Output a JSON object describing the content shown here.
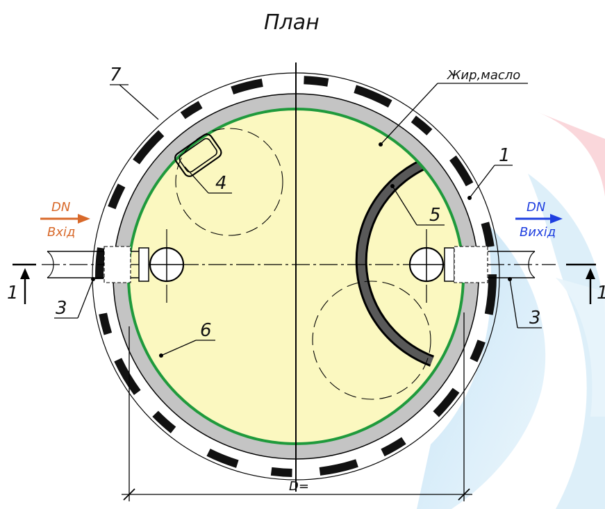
{
  "title": "План",
  "labels": {
    "grease": "Жир,масло",
    "item_1_right": "1",
    "item_1_left_section": "1",
    "item_1_right_section": "1",
    "item_3_left": "3",
    "item_3_right": "3",
    "item_4": "4",
    "item_5": "5",
    "item_6": "6",
    "item_7": "7",
    "inlet_dn": "DN",
    "inlet_label": "Вхід",
    "outlet_dn": "DN",
    "outlet_label": "Вихід",
    "dimension": "D="
  },
  "colors": {
    "wall": "#c4c4c4",
    "interior": "#fbf8c0",
    "liner": "#1f9a3c",
    "inlet_arrow": "#d8692a",
    "outlet_arrow": "#1f3fe0",
    "background_watermark": [
      "#e84b5b",
      "#2e9bd8"
    ]
  }
}
